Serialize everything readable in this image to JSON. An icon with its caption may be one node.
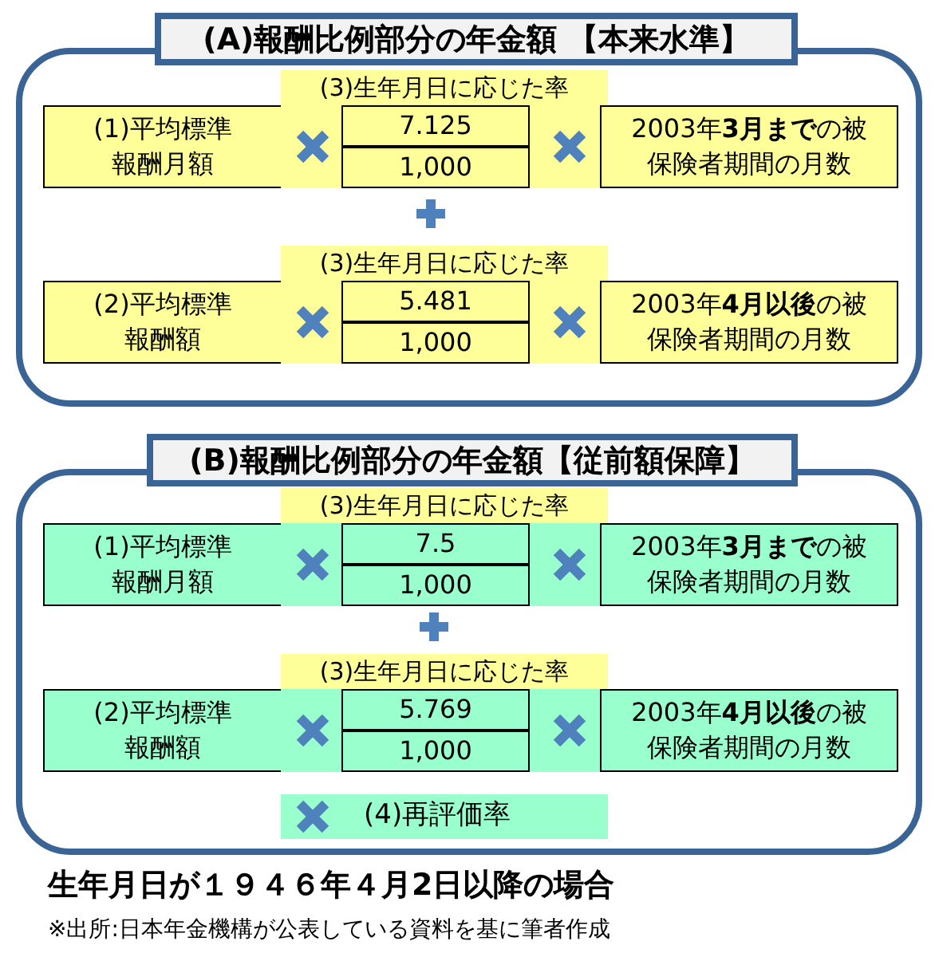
{
  "diagram": {
    "nodes": [
      {
        "text": [
          "(A)報酬比例部分の年金額 【本来水準】"
        ]
      },
      {
        "text": [
          "(1)平均標準報酬月額"
        ],
        "in": 0
      },
      {
        "text": [
          "(3)生年月日に応じた率"
        ],
        "in": 0
      },
      {
        "text": [
          "7.125"
        ],
        "in": 2
      },
      {
        "text": [
          "1,000"
        ],
        "in": 2
      },
      {
        "text": [
          "2003年**3月まで**の被保険者期間の月数"
        ],
        "in": 0
      },
      {
        "text": [
          "(2)平均標準報酬額"
        ],
        "in": 0
      },
      {
        "text": [
          "(3)生年月日に応じた率"
        ],
        "in": 0
      },
      {
        "text": [
          "5.481"
        ],
        "in": 7
      },
      {
        "text": [
          "1,000"
        ],
        "in": 7
      },
      {
        "text": [
          "2003年**4月以後**の被保険者期間の月数"
        ],
        "in": 0
      },
      {
        "text": [
          "(B)報酬比例部分の年金額【従前額保障】"
        ]
      },
      {
        "text": [
          "(1)平均標準報酬月額"
        ],
        "in": 11
      },
      {
        "text": [
          "(3)生年月日に応じた率"
        ],
        "in": 11
      },
      {
        "text": [
          "7.5"
        ],
        "in": 13
      },
      {
        "text": [
          "1,000"
        ],
        "in": 13
      },
      {
        "text": [
          "2003年**3月まで**の被保険者期間の月数"
        ],
        "in": 11
      },
      {
        "text": [
          "(2)平均標準報酬額"
        ],
        "in": 11
      },
      {
        "text": [
          "(3)生年月日に応じた率"
        ],
        "in": 11
      },
      {
        "text": [
          "5.769"
        ],
        "in": 18
      },
      {
        "text": [
          "1,000"
        ],
        "in": 18
      },
      {
        "text": [
          "2003年**4月以後**の被保険者期間の月数"
        ],
        "in": 11
      },
      {
        "text": [
          "(4)再評価率"
        ],
        "in": 11
      }
    ],
    "labels": [
      "生年月日が１９４６年４月2日以降の場合",
      "※出所:日本年金機構が公表している資料を基に筆者作成"
    ]
  }
}
